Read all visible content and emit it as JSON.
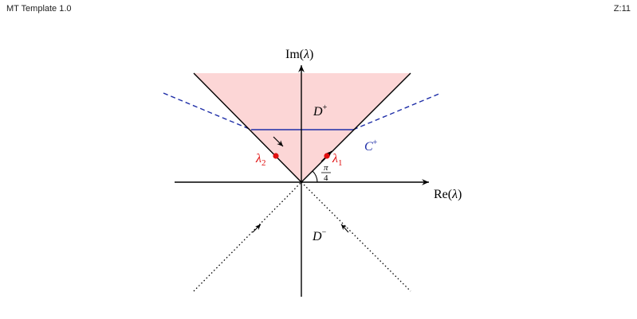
{
  "header": {
    "left_label": "MT Template 1.0",
    "right_label": "Z:11"
  },
  "figure": {
    "im_axis": {
      "prefix": "Im(",
      "var": "λ",
      "suffix": ")"
    },
    "re_axis": {
      "prefix": "Re(",
      "var": "λ",
      "suffix": ")"
    },
    "region_upper": {
      "symbol": "D",
      "sup": "+"
    },
    "region_lower": {
      "symbol": "D",
      "sup": "−"
    },
    "contour": {
      "symbol": "C",
      "sup": "+"
    },
    "lambda1": {
      "symbol": "λ",
      "sub": "1"
    },
    "lambda2": {
      "symbol": "λ",
      "sub": "2"
    },
    "angle": {
      "numerator": "π",
      "denominator": "4"
    },
    "colors": {
      "region_fill": "#fcd6d6",
      "contour": "#1f2fa8",
      "points": "#e01010",
      "axes": "#000000"
    }
  }
}
